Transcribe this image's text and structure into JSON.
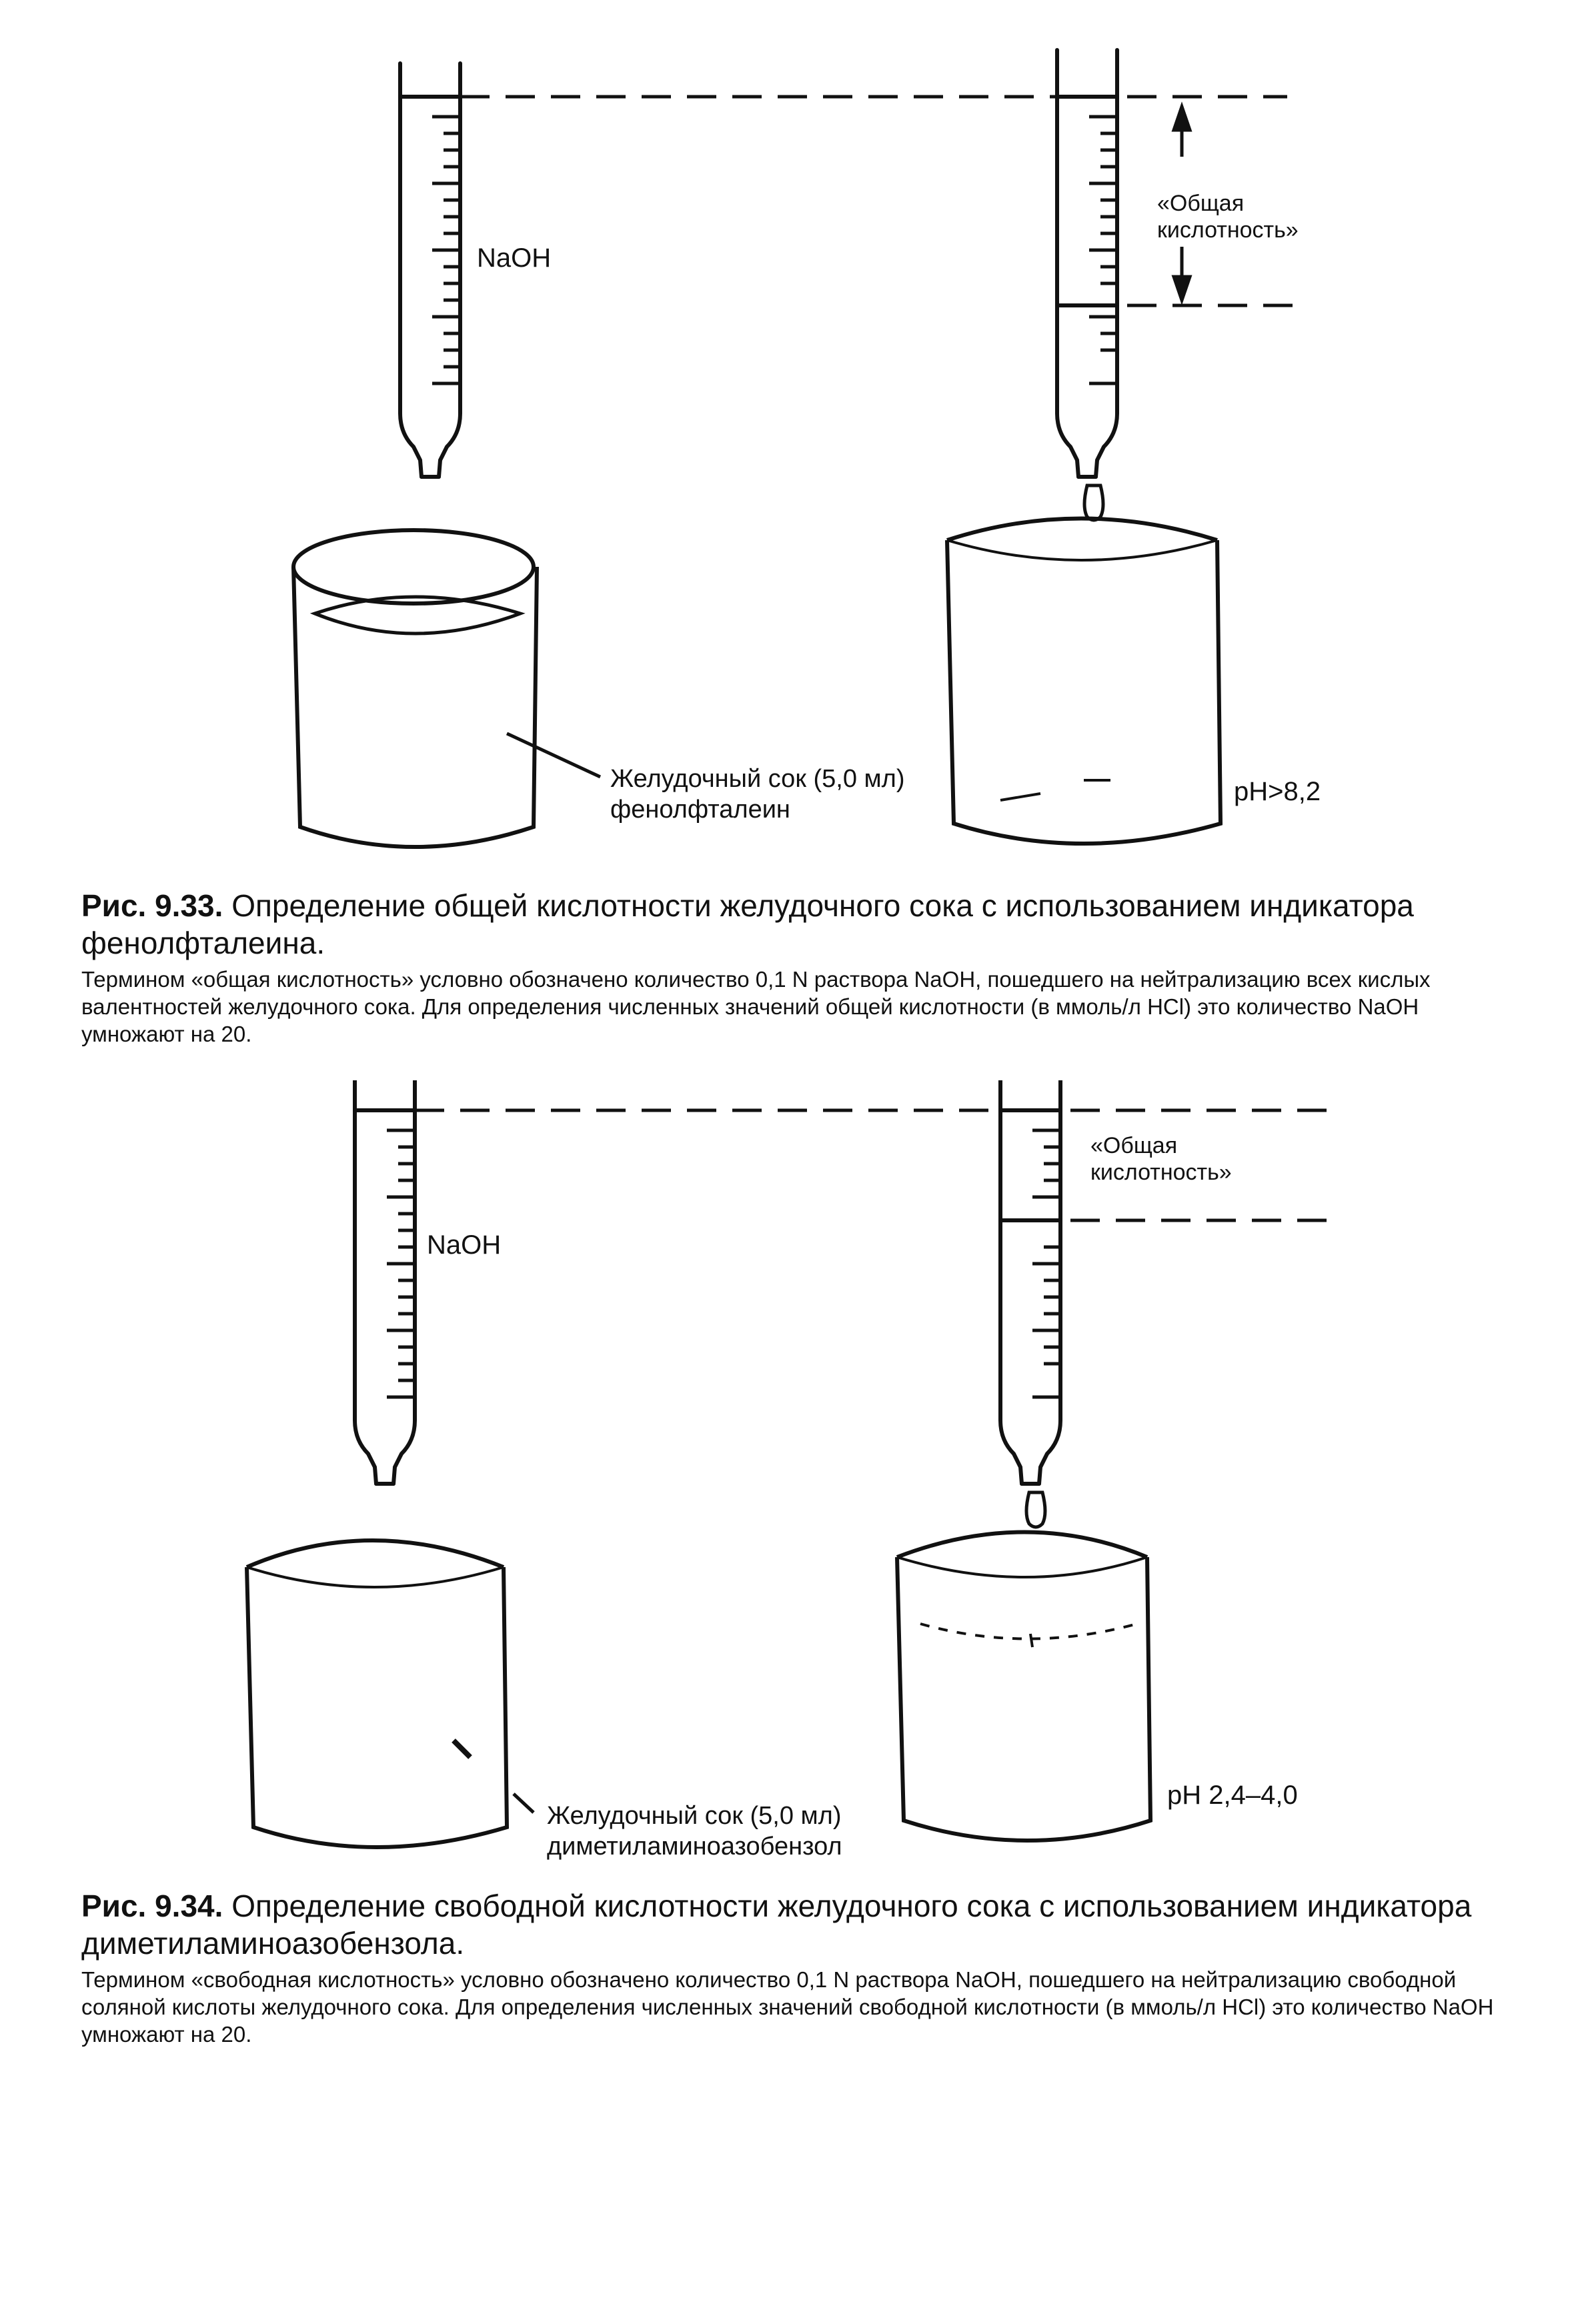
{
  "figure_1": {
    "naoh_label": "NaOH",
    "total_acidity_label_line1": "«Общая",
    "total_acidity_label_line2": "кислотность»",
    "sample_label_line1": "Желудочный сок (5,0 мл)",
    "sample_label_line2": "фенолфталеин",
    "ph_label": "pH>8,2",
    "caption_number": "Рис. 9.33.",
    "caption_title": "Определение общей кислотности желудочного сока с использованием индикатора фенолфталеина.",
    "caption_text": "Термином «общая кислотность» условно обозначено количество 0,1 N раствора NaOH, пошедшего на нейтрализацию всех кислых валентностей желудочного сока. Для определения численных значений общей кислотности (в ммоль/л HCl) это количество NaOH умножают на 20."
  },
  "figure_2": {
    "naoh_label": "NaOH",
    "free_acidity_label_line1": "«Общая",
    "free_acidity_label_line2": "кислотность»",
    "sample_label_line1": "Желудочный сок (5,0 мл)",
    "sample_label_line2": "диметиламиноазобензол",
    "ph_label": "pH 2,4–4,0",
    "caption_number": "Рис. 9.34.",
    "caption_title": "Определение свободной кислотности желудочного сока с использованием индикатора диметиламиноазобензола.",
    "caption_text": "Термином «свободная кислотность» условно обозначено количество 0,1 N раствора NaOH, пошедшего на нейтрализацию свободной соляной кислоты желудочного сока. Для определения численных значений свободной кислотности (в ммоль/л HCl) это количество NaOH умножают на 20."
  }
}
